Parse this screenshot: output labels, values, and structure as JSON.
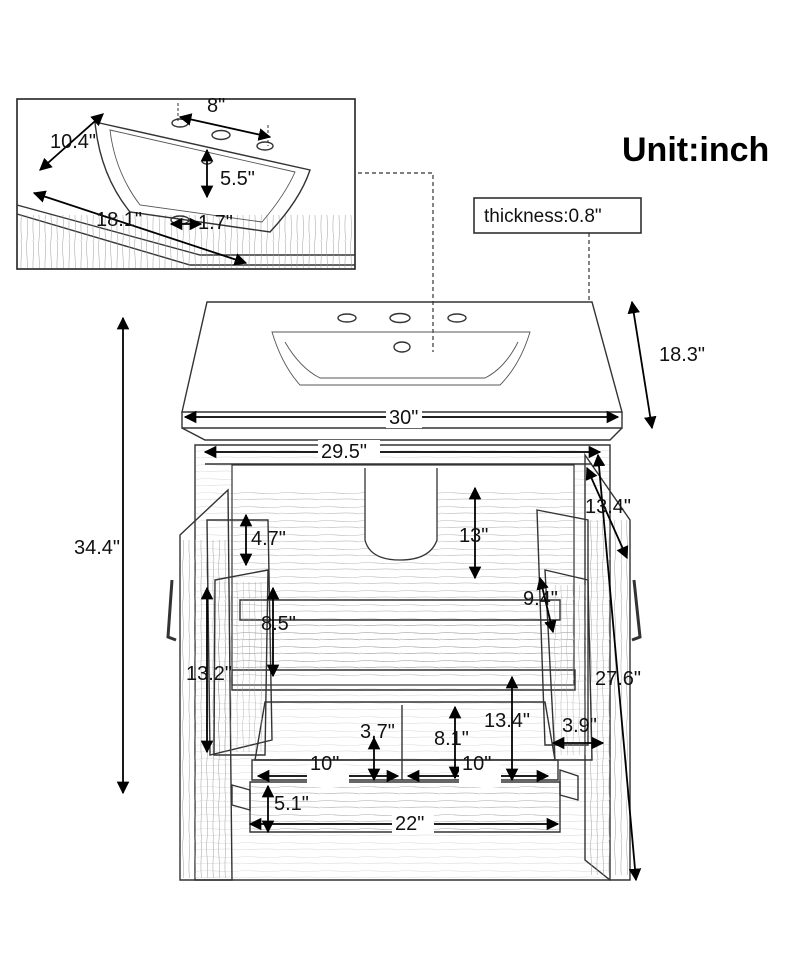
{
  "unit_label": "Unit:inch",
  "thickness_label": "thickness:0.8\"",
  "dimensions": {
    "inset_faucet_spacing": "8\"",
    "inset_basin_depth": "10.4\"",
    "inset_drain_offset": "5.5\"",
    "inset_basin_width": "18.1\"",
    "inset_overflow": "1.7\"",
    "top_width": "30\"",
    "top_depth": "18.3\"",
    "cabinet_width": "29.5\"",
    "total_height": "34.4\"",
    "cabinet_depth": "13.4\"",
    "notch_height": "13\"",
    "left_shelf_height": "4.7\"",
    "left_rack_height": "8.5\"",
    "left_door_panel": "13.2\"",
    "right_rack_height": "9.4\"",
    "door_height": "27.6\"",
    "right_shelf_depth": "3.9\"",
    "interior_depth": "13.4\"",
    "interior_height": "8.1\"",
    "drawer_divider_height": "3.7\"",
    "drawer_left_width": "10\"",
    "drawer_right_width": "10\"",
    "drawer_front_height": "5.1\"",
    "drawer_width": "22\""
  }
}
